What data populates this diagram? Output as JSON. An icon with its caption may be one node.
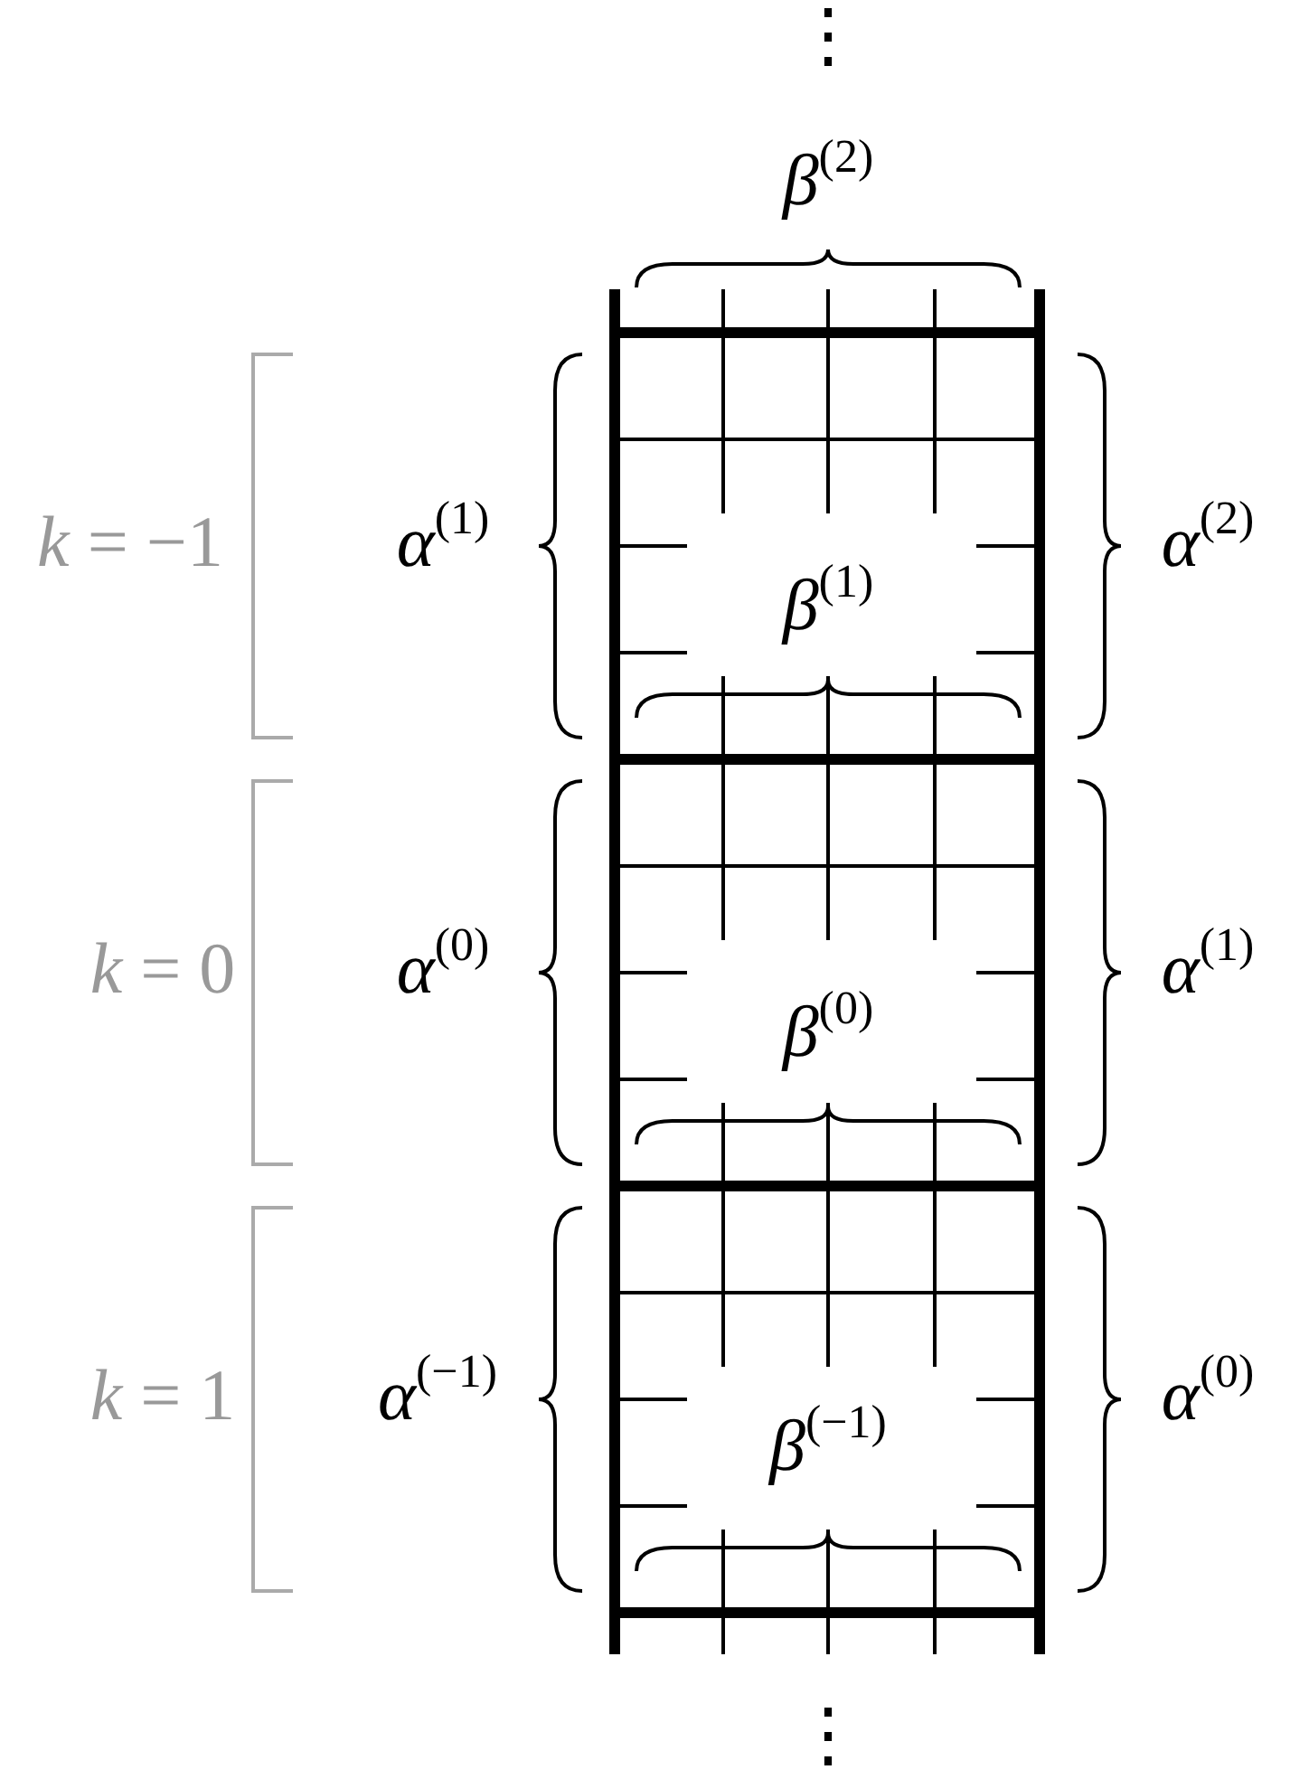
{
  "diagram": {
    "labels": [
      "⋮",
      "β$^{(2)}$",
      "*k* = −1",
      "α$^{(1)}$",
      "α$^{(2)}$",
      "β$^{(1)}$",
      "*k* = 0",
      "α$^{(0)}$",
      "α$^{(1)}$",
      "β$^{(0)}$",
      "*k* = 1",
      "α$^{(−1)}$",
      "α$^{(0)}$",
      "β$^{(−1)}$",
      "⋮"
    ]
  }
}
